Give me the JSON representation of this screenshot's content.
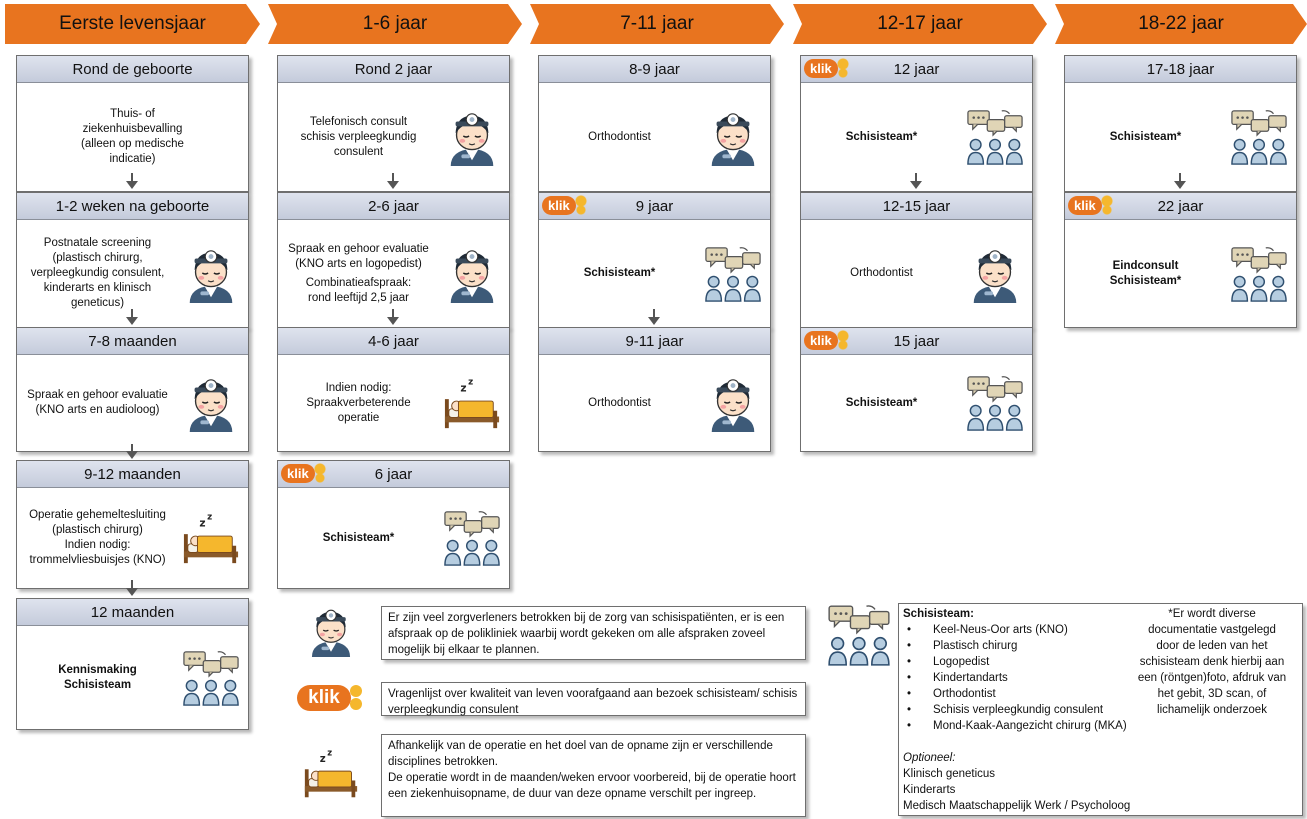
{
  "columns": [
    {
      "title": "Eerste levensjaar"
    },
    {
      "title": "1-6 jaar"
    },
    {
      "title": "7-11 jaar"
    },
    {
      "title": "12-17 jaar"
    },
    {
      "title": "18-22 jaar"
    }
  ],
  "cards": {
    "c1": [
      {
        "title": "Rond de geboorte",
        "lines": [
          "Thuis- of",
          "ziekenhuisbevalling",
          "(alleen op medische",
          "indicatie)"
        ]
      },
      {
        "title": "1-2 weken na geboorte",
        "lines": [
          "Postnatale screening",
          "(plastisch chirurg,",
          "verpleegkundig consulent,",
          "kinderarts en klinisch",
          "geneticus)"
        ],
        "icon": "doctor-icon"
      },
      {
        "title": "7-8 maanden",
        "lines": [
          "Spraak en gehoor evaluatie",
          "(KNO arts en audioloog)"
        ],
        "icon": "doctor-icon"
      },
      {
        "title": "9-12 maanden",
        "lines": [
          "Operatie gehemeltesluiting",
          "(plastisch chirurg)",
          "Indien nodig:",
          "trommelvliesbuisjes (KNO)"
        ],
        "icon": "sleeping-bed-icon"
      },
      {
        "title": "12 maanden",
        "lines": [
          "Kennismaking",
          "Schisisteam"
        ],
        "icon": "team-meeting-icon"
      }
    ],
    "c2": [
      {
        "title": "Rond 2 jaar",
        "lines": [
          "Telefonisch consult",
          "schisis verpleegkundig",
          "consulent"
        ],
        "icon": "doctor-icon"
      },
      {
        "title": "2-6 jaar",
        "lines": [
          "Spraak en gehoor evaluatie",
          "(KNO arts en logopedist)",
          "Combinatieafspraak:",
          "rond leeftijd 2,5 jaar"
        ],
        "icon": "doctor-icon"
      },
      {
        "title": "4-6 jaar",
        "lines": [
          "Indien nodig:",
          "Spraakverbeterende",
          "operatie"
        ],
        "icon": "sleeping-bed-icon"
      },
      {
        "title": "6 jaar",
        "lines": [
          "Schisisteam*"
        ],
        "icon": "team-meeting-icon",
        "klik": "klik"
      }
    ],
    "c3": [
      {
        "title": "8-9 jaar",
        "lines": [
          "Orthodontist"
        ],
        "icon": "doctor-icon"
      },
      {
        "title": "9 jaar",
        "lines": [
          "Schisisteam*"
        ],
        "icon": "team-meeting-icon",
        "klik": "klik"
      },
      {
        "title": "9-11 jaar",
        "lines": [
          "Orthodontist"
        ],
        "icon": "doctor-icon"
      }
    ],
    "c4": [
      {
        "title": "12 jaar",
        "lines": [
          "Schisisteam*"
        ],
        "icon": "team-meeting-icon",
        "klik": "klik"
      },
      {
        "title": "12-15 jaar",
        "lines": [
          "Orthodontist"
        ],
        "icon": "doctor-icon"
      },
      {
        "title": "15 jaar",
        "lines": [
          "Schisisteam*"
        ],
        "icon": "team-meeting-icon",
        "klik": "klik"
      }
    ],
    "c5": [
      {
        "title": "17-18 jaar",
        "lines": [
          "Schisisteam*"
        ],
        "icon": "team-meeting-icon"
      },
      {
        "title": "22 jaar",
        "lines": [
          "Eindconsult",
          "Schisisteam*"
        ],
        "icon": "team-meeting-icon",
        "klik": "klik"
      }
    ]
  },
  "legend": {
    "doctor": "Er zijn veel zorgverleners betrokken bij de zorg van schisispatiënten, er is een afspraak op de polikliniek waarbij wordt gekeken om alle afspraken zoveel mogelijk bij elkaar te plannen.",
    "klik_badge": "klik",
    "klik": "Vragenlijst over kwaliteit van leven voorafgaand aan bezoek schisisteam/ schisis verpleegkundig consulent",
    "bed_1": "Afhankelijk van de operatie en het doel van de opname zijn er verschillende disciplines betrokken.",
    "bed_2": "De operatie wordt in de maanden/weken ervoor voorbereid, bij de operatie hoort een ziekenhuisopname, de duur van deze opname verschilt per ingreep.",
    "team_title": "Schisisteam:",
    "team_members": [
      "Keel-Neus-Oor arts (KNO)",
      "Plastisch chirurg",
      "Logopedist",
      "Kindertandarts",
      "Orthodontist",
      "Schisis verpleegkundig consulent",
      "Mond-Kaak-Aangezicht chirurg (MKA)"
    ],
    "optional_title": "Optioneel:",
    "optional_members": [
      "Klinisch geneticus",
      "Kinderarts",
      "Medisch Maatschappelijk Werk / Psycholoog"
    ],
    "note_lines": [
      "*Er wordt diverse",
      "documentatie vastgelegd",
      "door de leden van het",
      "schisisteam denk hierbij aan",
      "een (röntgen)foto, afdruk van",
      "het gebit, 3D scan, of",
      "lichamelijk onderzoek"
    ]
  },
  "colors": {
    "header": "#e8741f",
    "card_bar": "#cfd5e3",
    "klik": "#e8741f"
  }
}
